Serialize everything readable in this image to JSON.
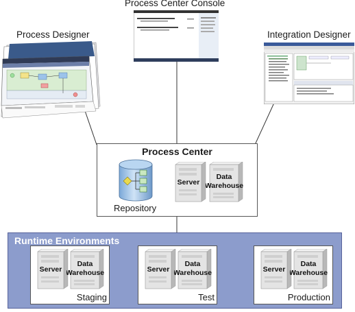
{
  "diagram": {
    "tools": {
      "process_designer": "Process Designer",
      "process_center_console": "Process Center Console",
      "integration_designer": "Integration Designer"
    },
    "process_center": {
      "title": "Process Center",
      "repository_label": "Repository",
      "server_label": "Server",
      "warehouse_label_line1": "Data",
      "warehouse_label_line2": "Warehouse"
    },
    "runtime": {
      "title": "Runtime Environments",
      "environments": [
        {
          "name": "Staging"
        },
        {
          "name": "Test"
        },
        {
          "name": "Production"
        }
      ]
    },
    "colors": {
      "runtime_bg": "#8c9ccc",
      "repository_icon": "#9ec3e8",
      "diamond": "#e9da4f"
    }
  }
}
